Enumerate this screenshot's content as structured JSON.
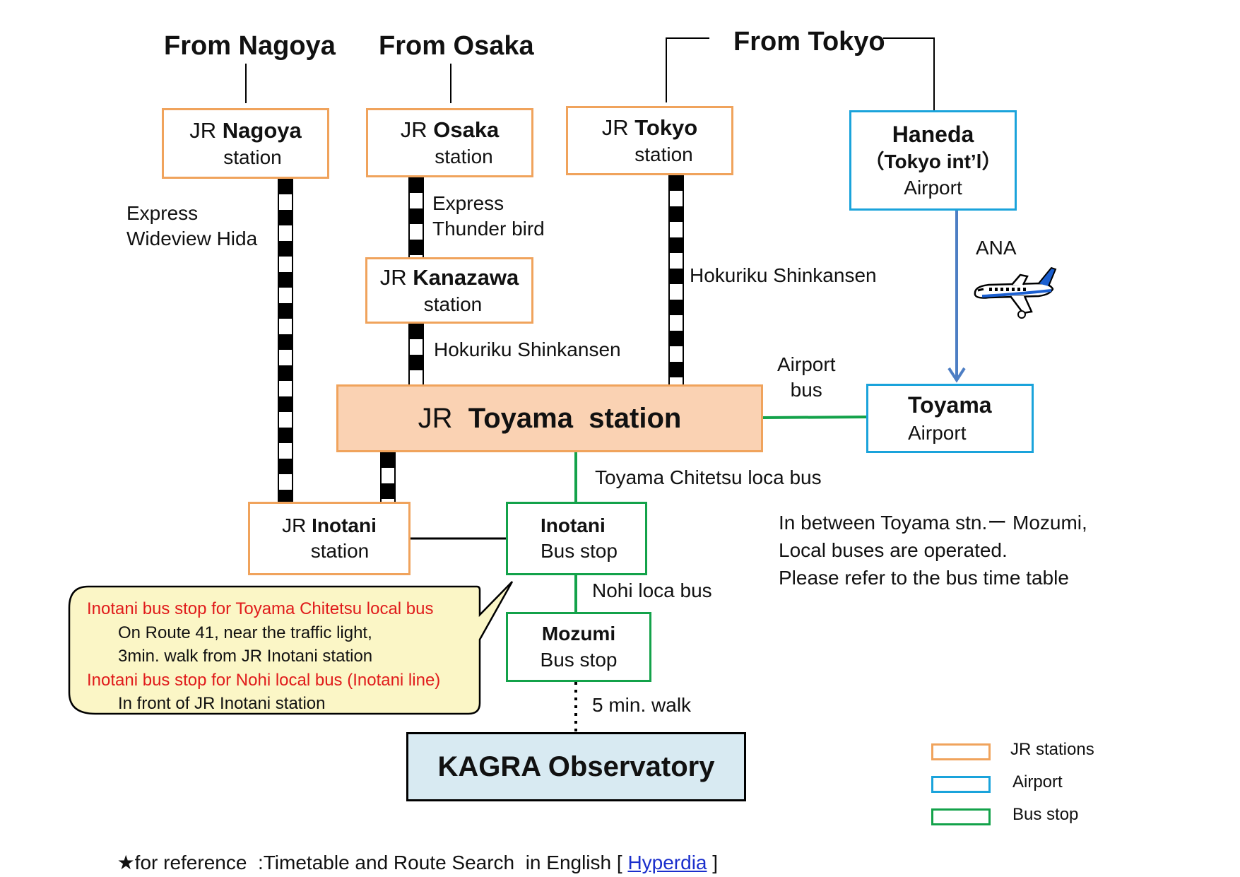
{
  "headers": {
    "nagoya": "From Nagoya",
    "osaka": "From Osaka",
    "tokyo": "From Tokyo"
  },
  "stations": {
    "nagoya": {
      "prefix": "JR",
      "name": "Nagoya",
      "sub": "station"
    },
    "osaka": {
      "prefix": "JR",
      "name": "Osaka",
      "sub": "station"
    },
    "tokyo": {
      "prefix": "JR",
      "name": "Tokyo",
      "sub": "station"
    },
    "kanazawa": {
      "prefix": "JR",
      "name": "Kanazawa",
      "sub": "station"
    },
    "toyama": {
      "prefix": "JR",
      "name": "Toyama  station"
    },
    "inotani": {
      "prefix": "JR",
      "name": "Inotani",
      "sub": "station"
    }
  },
  "airports": {
    "haneda": {
      "name": "Haneda",
      "sub1": "（Tokyo int’l）",
      "sub2": "Airport"
    },
    "toyama": {
      "name": "Toyama",
      "sub": "Airport"
    }
  },
  "bus_stops": {
    "inotani": {
      "name": "Inotani",
      "sub": "Bus stop"
    },
    "mozumi": {
      "name": "Mozumi",
      "sub": "Bus stop"
    }
  },
  "kagra": "KAGRA Observatory",
  "route_labels": {
    "wideview_1": "Express",
    "wideview_2": "Wideview Hida",
    "thunder_1": "Express",
    "thunder_2": "Thunder bird",
    "shinkansen_kanazawa": "Hokuriku Shinkansen",
    "shinkansen_tokyo": "Hokuriku Shinkansen",
    "ana": "ANA",
    "airport_bus_1": "Airport",
    "airport_bus_2": "bus",
    "chitetsu": "Toyama Chitetsu loca bus",
    "nohi": "Nohi loca bus",
    "walk": "5 min. walk"
  },
  "note": {
    "line1": "In between Toyama stn.ー Mozumi,",
    "line2": "Local buses are operated.",
    "line3": "Please refer to the bus time table"
  },
  "callout": {
    "h1": "Inotani bus stop for Toyama Chitetsu local bus",
    "l1": "On Route 41, near the traffic light,",
    "l2": "3min. walk from JR Inotani station",
    "h2": "Inotani bus stop for Nohi local bus (Inotani line)",
    "l3": "In front of JR Inotani station"
  },
  "legend": {
    "jr": "JR stations",
    "airport": "Airport",
    "bus": "Bus stop"
  },
  "footer": {
    "text": "★for reference  :Timetable and Route Search  in English [ ",
    "link": "Hyperdia",
    "end": " ]"
  },
  "colors": {
    "jr_border": "#f0a35c",
    "airport_border": "#1aa3db",
    "bus_border": "#13a24a",
    "toyama_fill": "#fad2b3",
    "kagra_fill": "#d8eaf2",
    "callout_fill": "#fbf6c6",
    "callout_text": "#e01b1b"
  }
}
